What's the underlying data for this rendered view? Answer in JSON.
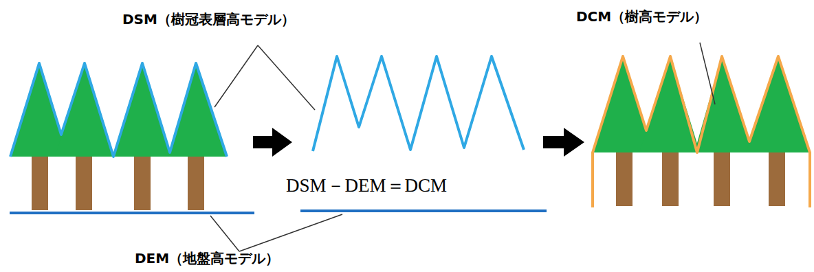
{
  "diagram": {
    "labels": [
      "DSM（樹冠表層高モデル）",
      "DEM（地盤高モデル）",
      "DSM－DEM＝DCM",
      "DCM（樹高モデル）"
    ]
  }
}
